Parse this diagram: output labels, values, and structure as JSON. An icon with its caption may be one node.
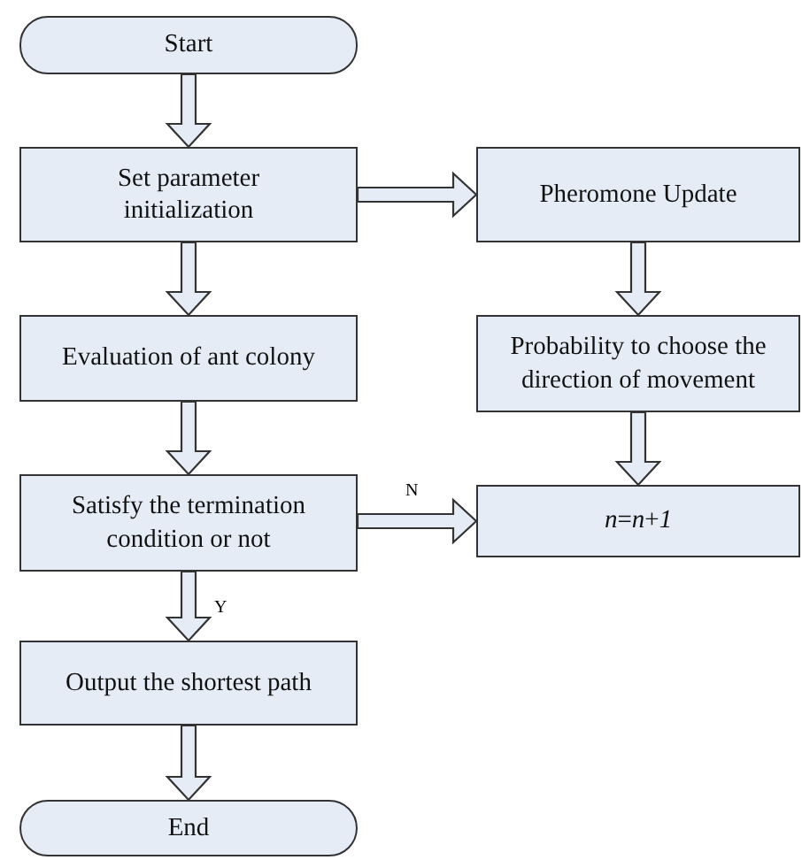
{
  "diagram": {
    "nodes": [
      {
        "text": [
          "Start"
        ]
      },
      {
        "text": [
          "Set parameter initialization"
        ]
      },
      {
        "text": [
          "Pheromone Update"
        ]
      },
      {
        "text": [
          "Evaluation of ant colony"
        ]
      },
      {
        "text": [
          "Probability to choose the direction of movement"
        ]
      },
      {
        "text": [
          "Satisfy the termination condition or not"
        ]
      },
      {
        "text": [
          "*n*=*n*+*1*"
        ]
      },
      {
        "text": [
          "Output the shortest path"
        ]
      },
      {
        "text": [
          "End"
        ]
      }
    ],
    "edges": [
      {
        "from": 0,
        "to": 1,
        "arrow": "to"
      },
      {
        "from": 1,
        "to": 2,
        "arrow": "to"
      },
      {
        "from": 2,
        "to": 4,
        "arrow": "to"
      },
      {
        "from": 1,
        "to": 3,
        "arrow": "to"
      },
      {
        "from": 3,
        "to": 5,
        "arrow": "to"
      },
      {
        "from": 4,
        "to": 6,
        "arrow": "to"
      },
      {
        "from": 5,
        "to": 6,
        "label": "N",
        "arrow": "to"
      },
      {
        "from": 5,
        "to": 7,
        "label": "Y",
        "arrow": "to"
      },
      {
        "from": 7,
        "to": 8,
        "arrow": "to"
      }
    ]
  }
}
